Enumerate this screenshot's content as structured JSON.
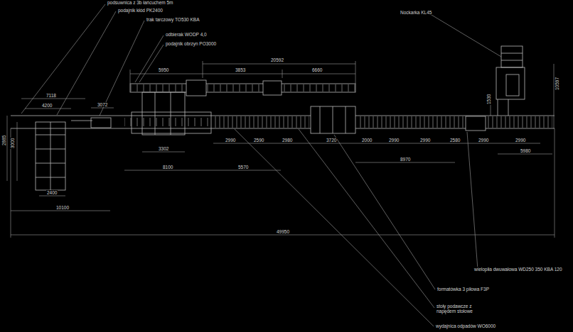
{
  "diagram": {
    "labels": [
      "podsuwnica z 3b łańcuchem 5m",
      "podajnik kłód PK2400",
      "trak tarczowy TO530 KBA",
      "odbierak WODP 4,0",
      "podajnik obrzyn PO3000",
      "Nockarka KL45",
      "20592",
      "5950",
      "3853",
      "6660",
      "7118",
      "4200",
      "3072",
      "1530",
      "10597",
      "2885",
      "3000",
      "3302",
      "2990",
      "2590",
      "2980",
      "3720",
      "2000",
      "2990",
      "2990",
      "2580",
      "2990",
      "2990",
      "5980",
      "8970",
      "8100",
      "5570",
      "2400",
      "10100",
      "49950",
      "wielopiła dwuwałowa WD250 350 KBA 120",
      "formatówka 3 piłowa F3P",
      "stoły podawcze z napędem stołowe",
      "wydajnica odpadów WO6000"
    ]
  }
}
